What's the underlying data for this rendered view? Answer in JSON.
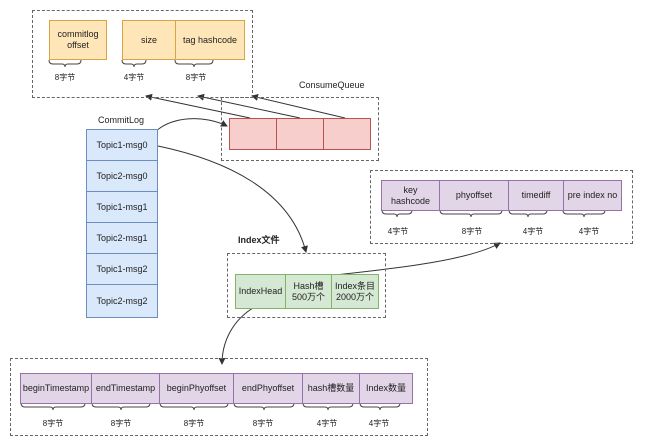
{
  "consume_entry": {
    "fields": [
      {
        "label": "commitlog\noffset",
        "size": "8字节"
      },
      {
        "label": "size",
        "size": "4字节"
      },
      {
        "label": "tag hashcode",
        "size": "8字节"
      }
    ]
  },
  "consume_queue": {
    "title": "ConsumeQueue"
  },
  "commitlog": {
    "title": "CommitLog",
    "items": [
      "Topic1-msg0",
      "Topic2-msg0",
      "Topic1-msg1",
      "Topic2-msg1",
      "Topic1-msg2",
      "Topic2-msg2"
    ]
  },
  "index_entry": {
    "fields": [
      {
        "label": "key\nhashcode",
        "size": "4字节"
      },
      {
        "label": "phyoffset",
        "size": "8字节"
      },
      {
        "label": "timediff",
        "size": "4字节"
      },
      {
        "label": "pre index no",
        "size": "4字节"
      }
    ]
  },
  "index_file": {
    "title": "Index文件",
    "cells": [
      "IndexHead",
      "Hash槽\n500万个",
      "Index条目\n2000万个"
    ]
  },
  "index_head": {
    "fields": [
      {
        "label": "beginTimestamp",
        "size": "8字节"
      },
      {
        "label": "endTimestamp",
        "size": "8字节"
      },
      {
        "label": "beginPhyoffset",
        "size": "8字节"
      },
      {
        "label": "endPhyoffset",
        "size": "8字节"
      },
      {
        "label": "hash槽数量",
        "size": "4字节"
      },
      {
        "label": "Index数量",
        "size": "4字节"
      }
    ]
  },
  "colors": {
    "orange": "#ffe6b8",
    "purple": "#e1d5e7",
    "green": "#d5e8d4",
    "red": "#f8cecc",
    "blue": "#dae8fc"
  }
}
